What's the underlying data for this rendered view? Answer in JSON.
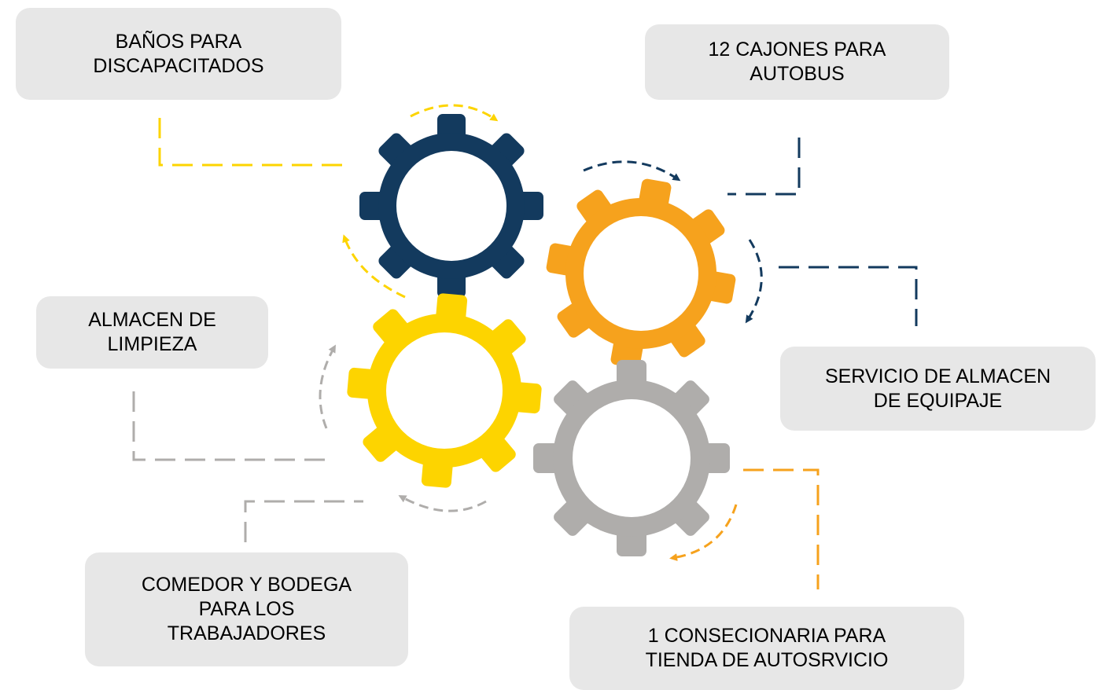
{
  "colors": {
    "navy": "#133a5e",
    "orange": "#f6a21d",
    "yellow": "#fdd400",
    "gray": "#afadab",
    "box": "#e7e7e7"
  },
  "boxes": [
    {
      "id": "banos",
      "line1": "BAÑOS PARA",
      "line2": "DISCAPACITADOS",
      "line3": ""
    },
    {
      "id": "cajones",
      "line1": "12 CAJONES PARA",
      "line2": "AUTOBUS",
      "line3": ""
    },
    {
      "id": "almacen-limpieza",
      "line1": "ALMACEN DE",
      "line2": "LIMPIEZA",
      "line3": ""
    },
    {
      "id": "equipaje",
      "line1": "SERVICIO DE ALMACEN",
      "line2": "DE EQUIPAJE",
      "line3": ""
    },
    {
      "id": "comedor",
      "line1": "COMEDOR Y BODEGA",
      "line2": "PARA LOS",
      "line3": "TRABAJADORES"
    },
    {
      "id": "consecionaria",
      "line1": "1 CONSECIONARIA PARA",
      "line2": "TIENDA DE AUTOSRVICIO",
      "line3": ""
    }
  ],
  "gears": [
    {
      "name": "navy-gear",
      "color": "navy"
    },
    {
      "name": "orange-gear",
      "color": "orange"
    },
    {
      "name": "yellow-gear",
      "color": "yellow"
    },
    {
      "name": "gray-gear",
      "color": "gray"
    }
  ]
}
